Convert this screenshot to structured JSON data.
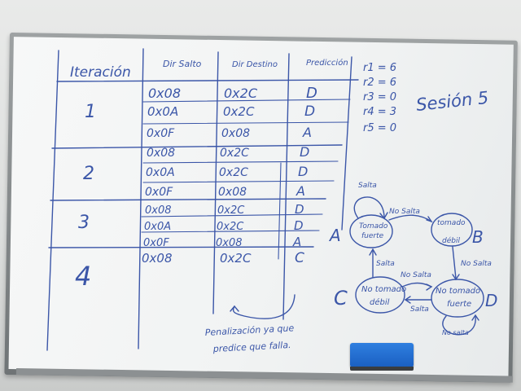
{
  "table": {
    "headers": [
      "Iteración",
      "Dir Salto",
      "Dir Destino",
      "Predicción"
    ],
    "iterations": [
      "1",
      "2",
      "3",
      "4"
    ],
    "rows": [
      {
        "salto": "0x08",
        "destino": "0x2C",
        "pred": "D"
      },
      {
        "salto": "0x0A",
        "destino": "0x2C",
        "pred": "D"
      },
      {
        "salto": "0x0F",
        "destino": "0x08",
        "pred": "A"
      },
      {
        "salto": "0x08",
        "destino": "0x2C",
        "pred": "D"
      },
      {
        "salto": "0x0A",
        "destino": "0x2C",
        "pred": "D"
      },
      {
        "salto": "0x0F",
        "destino": "0x08",
        "pred": "A"
      },
      {
        "salto": "0x08",
        "destino": "0x2C",
        "pred": "D"
      },
      {
        "salto": "0x0A",
        "destino": "0x2C",
        "pred": "D"
      },
      {
        "salto": "0x0F",
        "destino": "0x08",
        "pred": "A"
      },
      {
        "salto": "0x08",
        "destino": "0x2C",
        "pred": "C"
      }
    ]
  },
  "registers": [
    "r1 = 6",
    "r2 = 6",
    "r3 = 0",
    "r4 = 3",
    "r5 = 0"
  ],
  "session": "Sesión 5",
  "note": [
    "Penalización ya que",
    "predice que falla."
  ],
  "fsm": {
    "states": {
      "A": {
        "letter": "A",
        "line1": "Tomado",
        "line2": "fuerte"
      },
      "B": {
        "letter": "B",
        "line1": "tomado",
        "line2": "débil"
      },
      "C": {
        "letter": "C",
        "line1": "No tomado",
        "line2": "débil"
      },
      "D": {
        "letter": "D",
        "line1": "No tomado",
        "line2": "fuerte"
      }
    },
    "labels": {
      "salta_top": "Salta",
      "no_salta_ab": "No Salta",
      "salta_ca": "Salta",
      "no_salta_bd": "No Salta",
      "no_salta_cd": "No Salta",
      "salta_dc": "Salta",
      "no_salta_loop": "No salta"
    }
  }
}
